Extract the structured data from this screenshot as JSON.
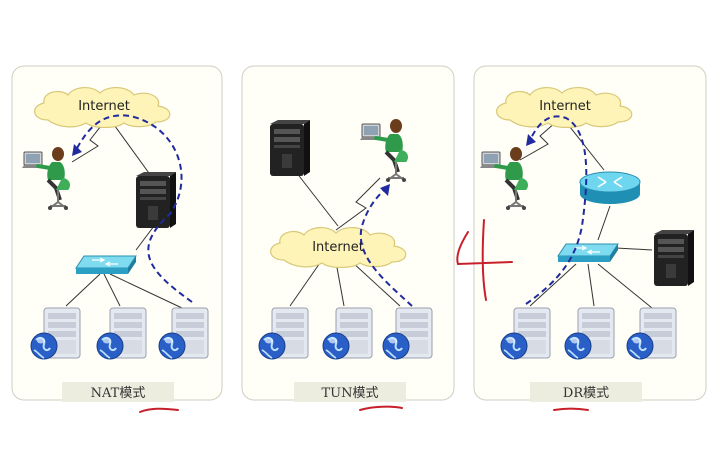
{
  "panels": [
    {
      "id": "nat",
      "caption": "NAT模式",
      "cloud_label": "Internet"
    },
    {
      "id": "tun",
      "caption": "TUN模式",
      "cloud_label": "Internet"
    },
    {
      "id": "dr",
      "caption": "DR模式",
      "cloud_label": "Internet"
    }
  ],
  "colors": {
    "panel_bg": "#fffef7",
    "panel_border": "#cfcfc4",
    "cloud_fill": "#fff4b8",
    "cloud_stroke": "#d8c878",
    "caption_bg": "#ececdf",
    "flow_line": "#1f2b9e",
    "annotation": "#c8202a",
    "switch": "#4fc3e0",
    "router": "#33b3d8",
    "server_dark": "#222222",
    "server_light": "#e4e8f0",
    "globe": "#2a5fc8",
    "link": "#333333"
  }
}
